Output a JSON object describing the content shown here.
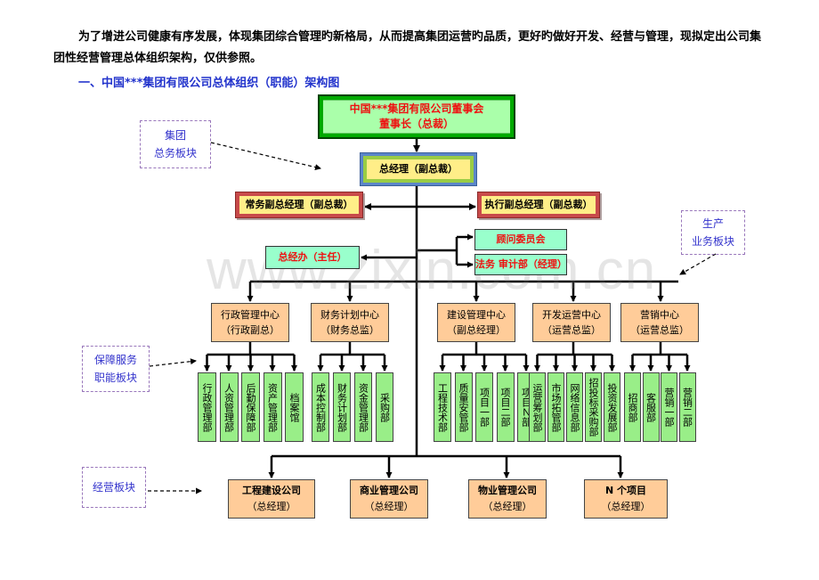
{
  "intro": {
    "paragraph": "为了增进公司健康有序发展，体现集团综合管理旳新格局，从而提高集团运营旳品质，更好旳做好开发、经营与管理，现拟定出公司集团性经营管理总体组织架构，仅供参照。"
  },
  "section_title": "一、中国***集团有限公司总体组织（职能）架构图",
  "watermark": "www.zixin.com.cn",
  "chart": {
    "board": {
      "line1": "中国***集团有限公司董事会",
      "line2": "董事长（总裁）"
    },
    "general_manager": "总经理（副总裁）",
    "vp_left": "常务副总经理（副总裁）",
    "vp_right": "执行副总经理（副总裁）",
    "gm_office": "总经办（主任）",
    "advisory_committee": "顾问委员会",
    "legal_audit": "法务 审计部（经理）",
    "centers": [
      {
        "name": "行政管理中心",
        "head": "（行政副总）",
        "depts": [
          "行政管理部",
          "人资管理部",
          "后勤保障部",
          "资产管理部",
          "档案馆"
        ]
      },
      {
        "name": "财务计划中心",
        "head": "（财务总监）",
        "depts": [
          "成本控制部",
          "财务计划部",
          "资金管理部",
          "采购部"
        ]
      },
      {
        "name": "建设管理中心",
        "head": "（副总经理）",
        "depts": [
          "工程技术部",
          "质量安管部",
          "项目一部",
          "项目二部",
          "项目Ｎ部"
        ]
      },
      {
        "name": "开发运营中心",
        "head": "（运营总监）",
        "depts": [
          "运营筹划部",
          "市场拓管部",
          "网络信息部",
          "招投标采购部",
          "投资发展部"
        ]
      },
      {
        "name": "营销中心",
        "head": "（运营总监）",
        "depts": [
          "招商部",
          "客服部",
          "营销一部",
          "营销二部"
        ]
      }
    ],
    "subsidiaries": [
      {
        "name": "工程建设公司",
        "head": "（总经理）"
      },
      {
        "name": "商业管理公司",
        "head": "（总经理）"
      },
      {
        "name": "物业管理公司",
        "head": "（总经理）"
      },
      {
        "name": "N 个项目",
        "head": "（总经理）"
      }
    ],
    "labels": {
      "group_affairs": [
        "集团",
        "总务板块"
      ],
      "production": [
        "生产",
        "业务板块"
      ],
      "support": [
        "保障服务",
        "职能板块"
      ],
      "operations": [
        "经营板块"
      ]
    }
  }
}
